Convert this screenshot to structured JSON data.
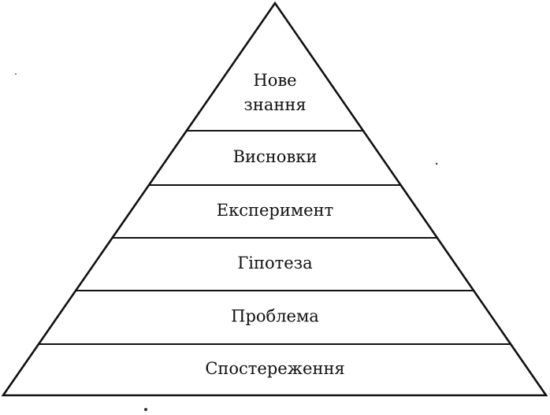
{
  "pyramid": {
    "levels": [
      {
        "label_lines": [
          "Нове",
          "знання"
        ]
      },
      {
        "label_lines": [
          "Висновки"
        ]
      },
      {
        "label_lines": [
          "Експеримент"
        ]
      },
      {
        "label_lines": [
          "Гіпотеза"
        ]
      },
      {
        "label_lines": [
          "Проблема"
        ]
      },
      {
        "label_lines": [
          "Спостереження"
        ]
      }
    ],
    "colors": {
      "stroke": "#111111",
      "text": "#111111",
      "background": "#ffffff"
    }
  }
}
